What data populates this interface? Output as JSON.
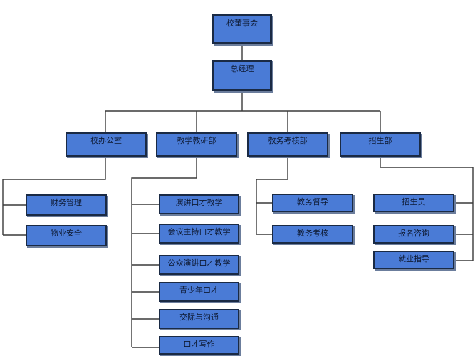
{
  "org": {
    "board": "校董事会",
    "gm": "总经理",
    "departments": [
      {
        "name": "校办公室",
        "children": [
          "财务管理",
          "物业安全"
        ]
      },
      {
        "name": "教学教研部",
        "children": [
          "演讲口才教学",
          "会议主持口才教学",
          "公众演讲口才教学",
          "青少年口才",
          "交际与沟通",
          "口才写作"
        ]
      },
      {
        "name": "教务考核部",
        "children": [
          "教务督导",
          "教务考核"
        ]
      },
      {
        "name": "招生部",
        "children": [
          "招生员",
          "报名咨询",
          "就业指导"
        ]
      }
    ]
  },
  "colors": {
    "box_fill": "#4a7bd6",
    "box_border": "#1a2a44",
    "line": "#3a3a3a"
  }
}
